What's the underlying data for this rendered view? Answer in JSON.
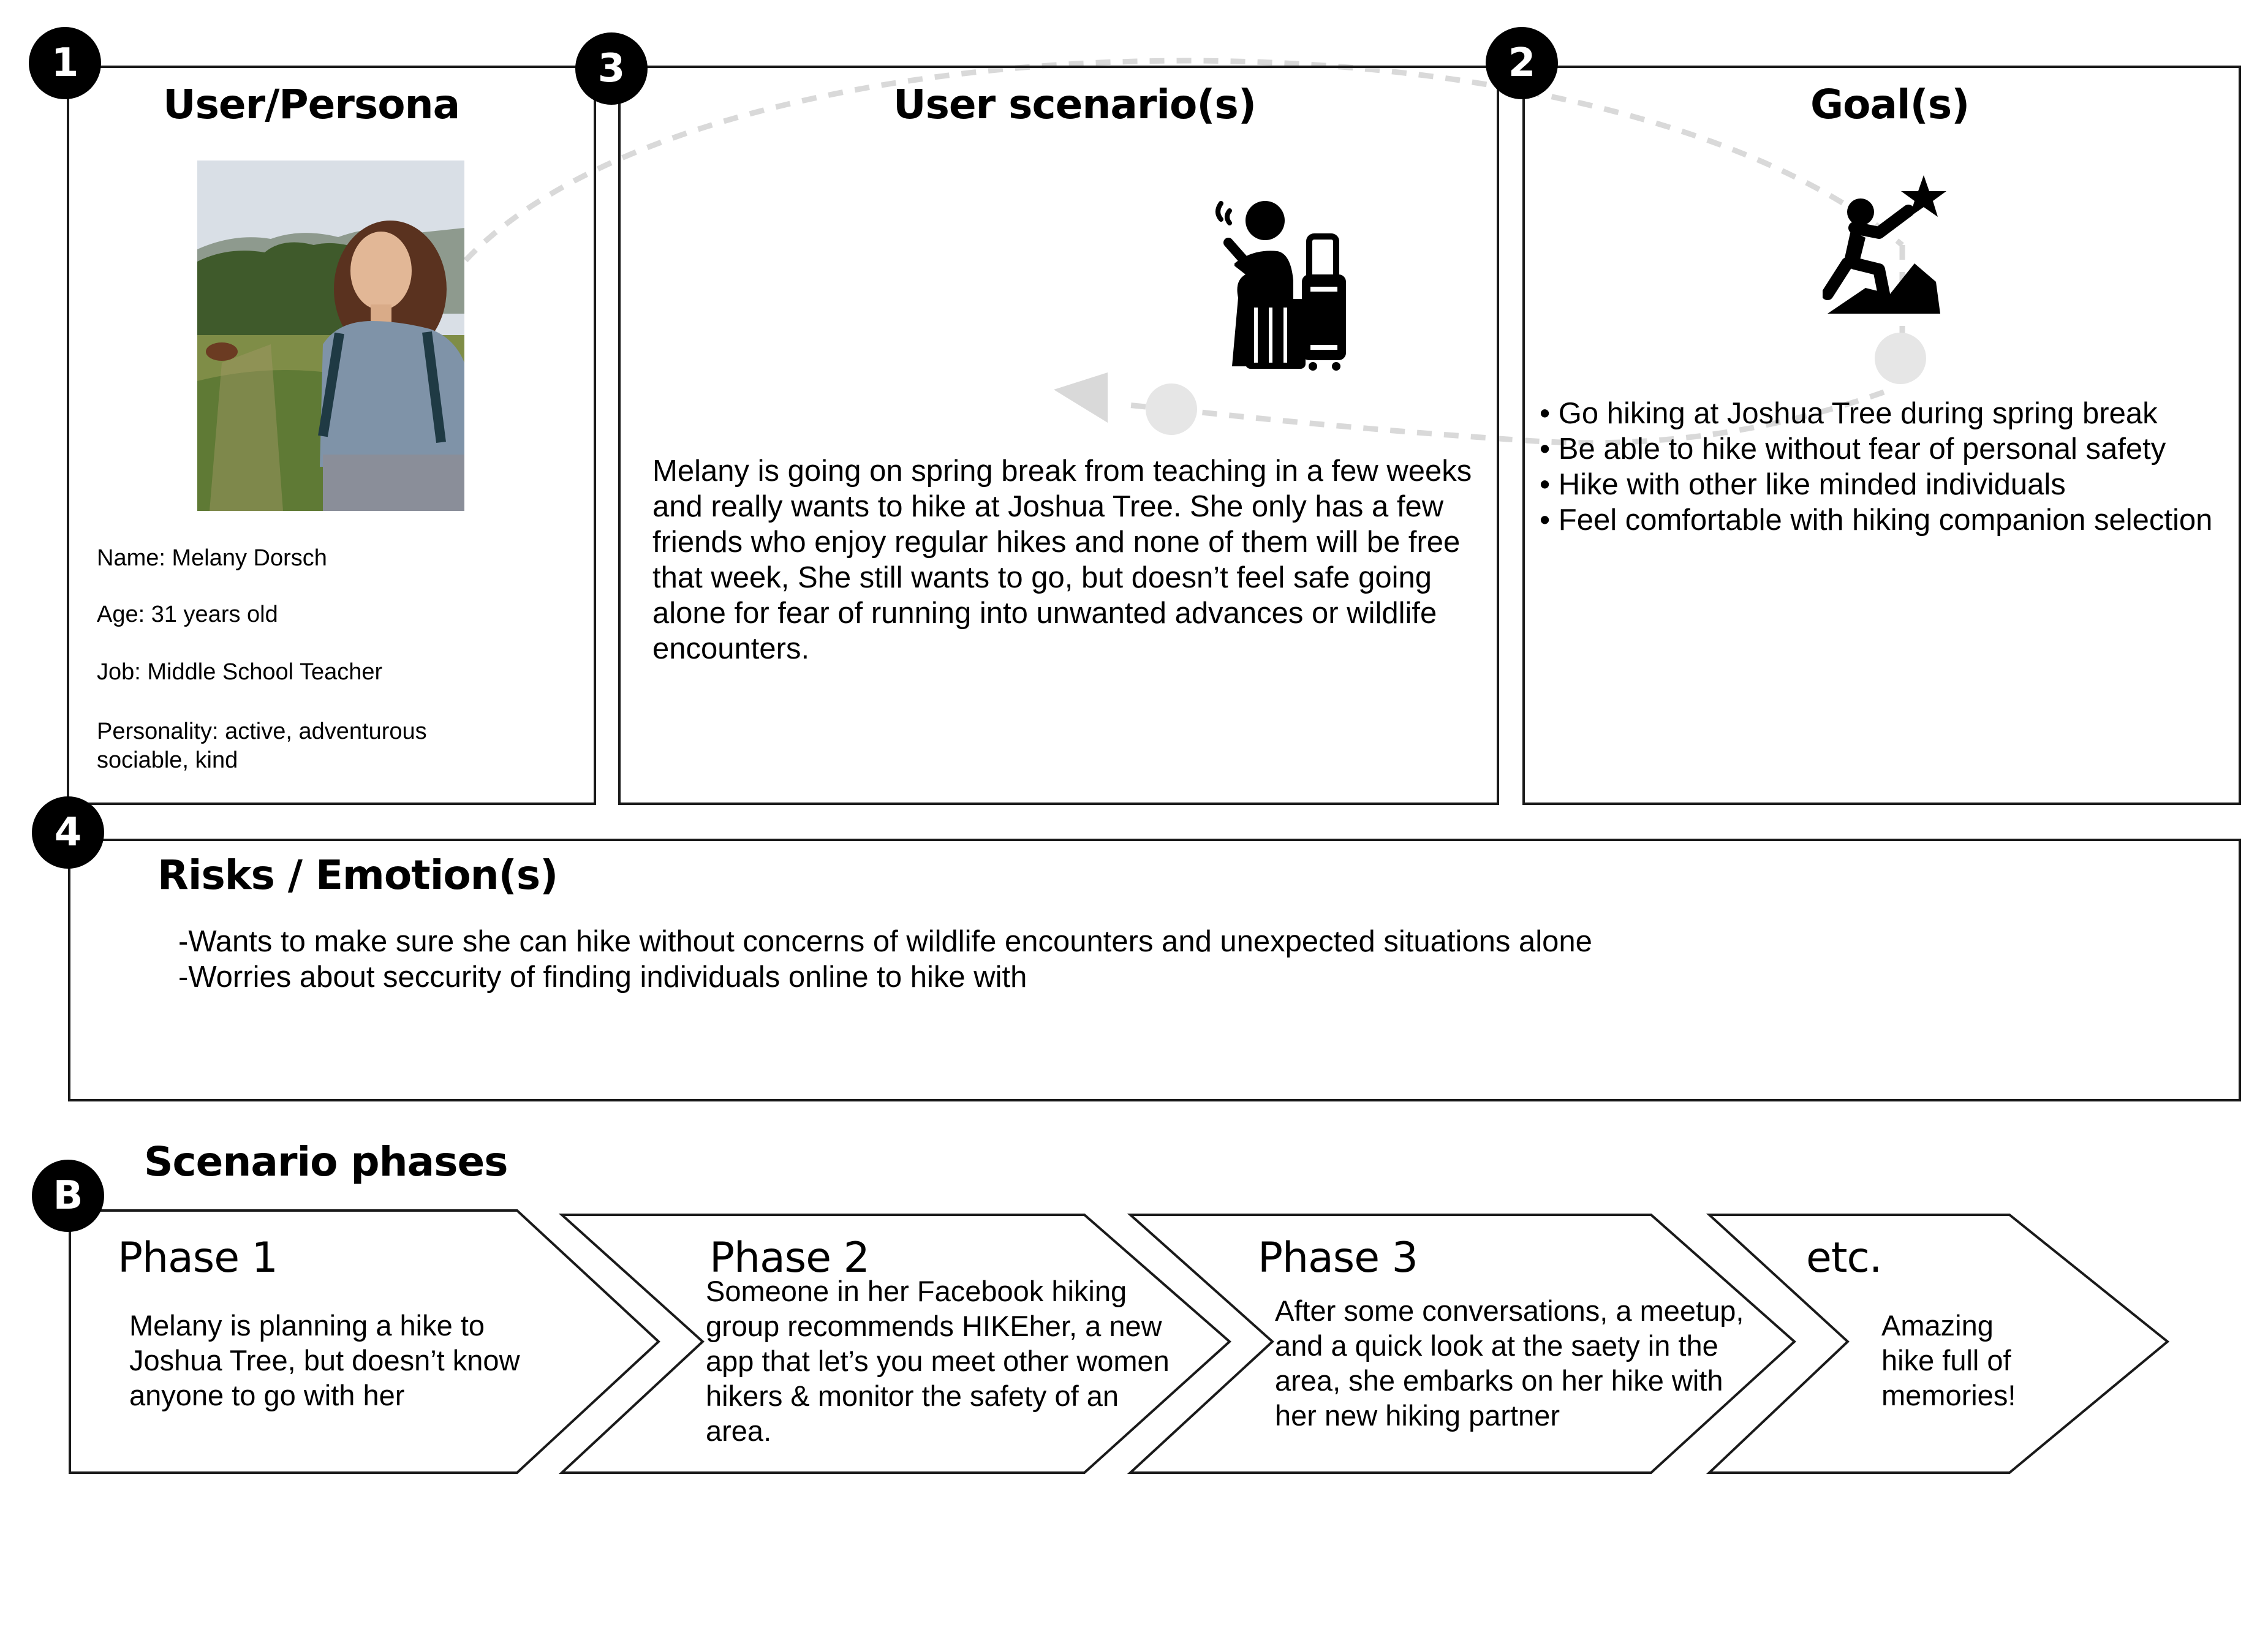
{
  "colors": {
    "badge": "#000000",
    "border": "#1a1a1a",
    "connector": "#d9d9d9",
    "connector_dot": "#e6e6e6"
  },
  "badges": {
    "persona": "1",
    "goals": "2",
    "scenario": "3",
    "risks": "4",
    "phases": "B"
  },
  "persona": {
    "heading": "User/Persona",
    "photo": "photo-of-woman-in-field",
    "name": "Name: Melany Dorsch",
    "age": "Age: 31 years old",
    "job": "Job: Middle School Teacher",
    "personality": "Personality: active, adventurous sociable, kind"
  },
  "scenario": {
    "heading": "User scenario(s)",
    "icon": "person-waiting-with-luggage-icon",
    "text": "Melany is going on spring break from teaching in a few weeks and really wants to hike at Joshua Tree. She only has a few friends who enjoy regular hikes and none of them will be free that week, She still wants to go, but doesn’t feel safe going alone for fear of running into unwanted advances or wildlife encounters."
  },
  "goals": {
    "heading": "Goal(s)",
    "icon": "climber-reaching-star-icon",
    "items": [
      "• Go hiking at Joshua Tree during spring break",
      "• Be able to hike without fear of personal safety",
      "•  Hike with other like minded individuals",
      "• Feel comfortable with hiking companion selection"
    ]
  },
  "risks": {
    "heading": "Risks / Emotion(s)",
    "items": [
      "-Wants to make sure she can hike without concerns of wildlife encounters and unexpected situations alone",
      "-Worries about seccurity of finding individuals online to hike with"
    ]
  },
  "phases": {
    "heading": "Scenario phases",
    "items": [
      {
        "title": "Phase 1",
        "text": "Melany is planning a hike to Joshua Tree, but doesn’t know anyone to go with her"
      },
      {
        "title": "Phase 2",
        "text": "Someone in her Facebook hiking group recommends HIKEher, a new app that let’s you meet other women hikers & monitor the safety of an area."
      },
      {
        "title": "Phase 3",
        "text": "After some conversations, a meetup, and a quick look at the saety in the area, she embarks on her hike with her new hiking partner"
      },
      {
        "title": "etc.",
        "text": "Amazing hike full of memories!"
      }
    ]
  }
}
